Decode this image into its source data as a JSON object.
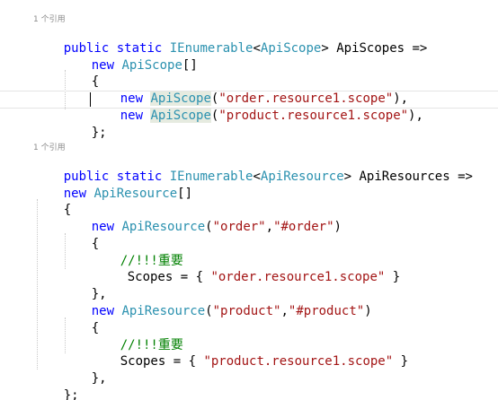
{
  "colors": {
    "keyword": "#0000ff",
    "type": "#2b91af",
    "string": "#a31515",
    "comment": "#008000",
    "plain": "#000000"
  },
  "ref_labels": [
    "1 个引用",
    "1 个引用"
  ],
  "code": {
    "l1": [
      "public",
      " ",
      "static",
      " ",
      "IEnumerable",
      "<",
      "ApiScope",
      ">",
      " ApiScopes =>"
    ],
    "l2": [
      "new",
      " ",
      "ApiScope",
      "[]"
    ],
    "l3": [
      "{"
    ],
    "l4": [
      "new",
      " ",
      "ApiScope",
      "(",
      "\"order.resource1.scope\"",
      "),"
    ],
    "l5": [
      "new",
      " ",
      "ApiScope",
      "(",
      "\"product.resource1.scope\"",
      "),"
    ],
    "l6": [
      "};"
    ],
    "l7": [
      "public",
      " ",
      "static",
      " ",
      "IEnumerable",
      "<",
      "ApiResource",
      ">",
      " ApiResources =>"
    ],
    "l8": [
      "new",
      " ",
      "ApiResource",
      "[]"
    ],
    "l9": [
      "{"
    ],
    "l10": [
      "new",
      " ",
      "ApiResource",
      "(",
      "\"order\"",
      ",",
      "\"#order\"",
      ")"
    ],
    "l11": [
      "{"
    ],
    "l12": [
      "//!!!重要"
    ],
    "l13": [
      "Scopes = { ",
      "\"order.resource1.scope\"",
      " }"
    ],
    "l14": [
      "},"
    ],
    "l15": [
      "new",
      " ",
      "ApiResource",
      "(",
      "\"product\"",
      ",",
      "\"#product\"",
      ")"
    ],
    "l16": [
      "{"
    ],
    "l17": [
      "//!!!重要"
    ],
    "l18": [
      "Scopes = { ",
      "\"product.resource1.scope\"",
      " }"
    ],
    "l19": [
      "},"
    ],
    "l20": [
      "};"
    ]
  }
}
